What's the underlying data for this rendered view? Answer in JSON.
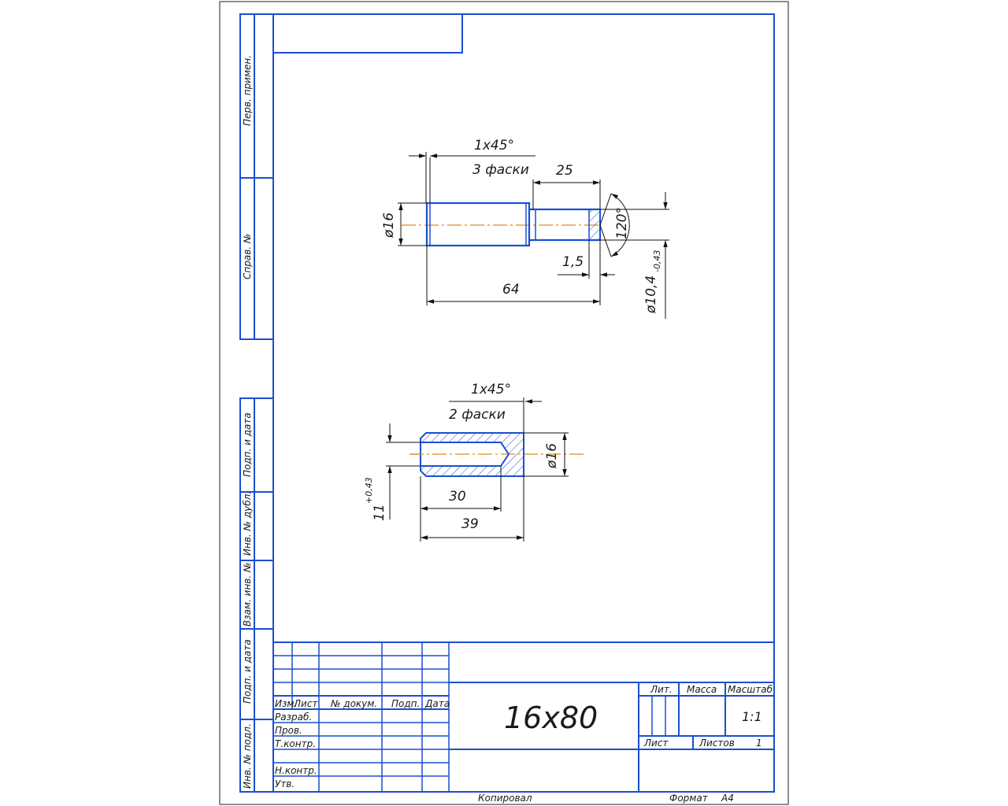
{
  "side_labels": {
    "perv_primen": "Перв. примен.",
    "sprav_no": "Справ. №",
    "podp_data_1": "Подп. и дата",
    "inv_dubl": "Инв. № дубл.",
    "vzam_inv": "Взам. инв. №",
    "podp_data_2": "Подп. и дата",
    "inv_podl": "Инв. № подл."
  },
  "view1": {
    "chamfer_dim": "1x45°",
    "chamfer_note": "3 фаски",
    "dim_25": "25",
    "dim_diameter": "ø16",
    "dim_angle": "120°",
    "dim_1_5": "1,5",
    "dim_64": "64",
    "dim_hole": "ø10,4",
    "dim_hole_tol": "-0,43"
  },
  "view2": {
    "chamfer_dim": "1x45°",
    "chamfer_note": "2 фаски",
    "dim_diameter": "ø16",
    "dim_30": "30",
    "dim_39": "39",
    "dim_11": "11",
    "dim_11_tol": "+0,43"
  },
  "title_block": {
    "col_izm": "Изм.",
    "col_list": "Лист",
    "col_docum": "№ докум.",
    "col_podp": "Подп.",
    "col_data": "Дата",
    "row_razrab": "Разраб.",
    "row_prov": "Пров.",
    "row_tkontr": "Т.контр.",
    "row_nkontr": "Н.контр.",
    "row_utv": "Утв.",
    "designation": "16x80",
    "lit": "Лит.",
    "massa": "Масса",
    "masshtab": "Масштаб",
    "scale_value": "1:1",
    "list": "Лист",
    "listov": "Листов",
    "listov_value": "1"
  },
  "footer": {
    "copied": "Копировал",
    "format_label": "Формат",
    "format_value": "A4"
  },
  "colors": {
    "outline": "#1a4fd1",
    "dimension": "#111111",
    "axis": "#e8891e"
  }
}
